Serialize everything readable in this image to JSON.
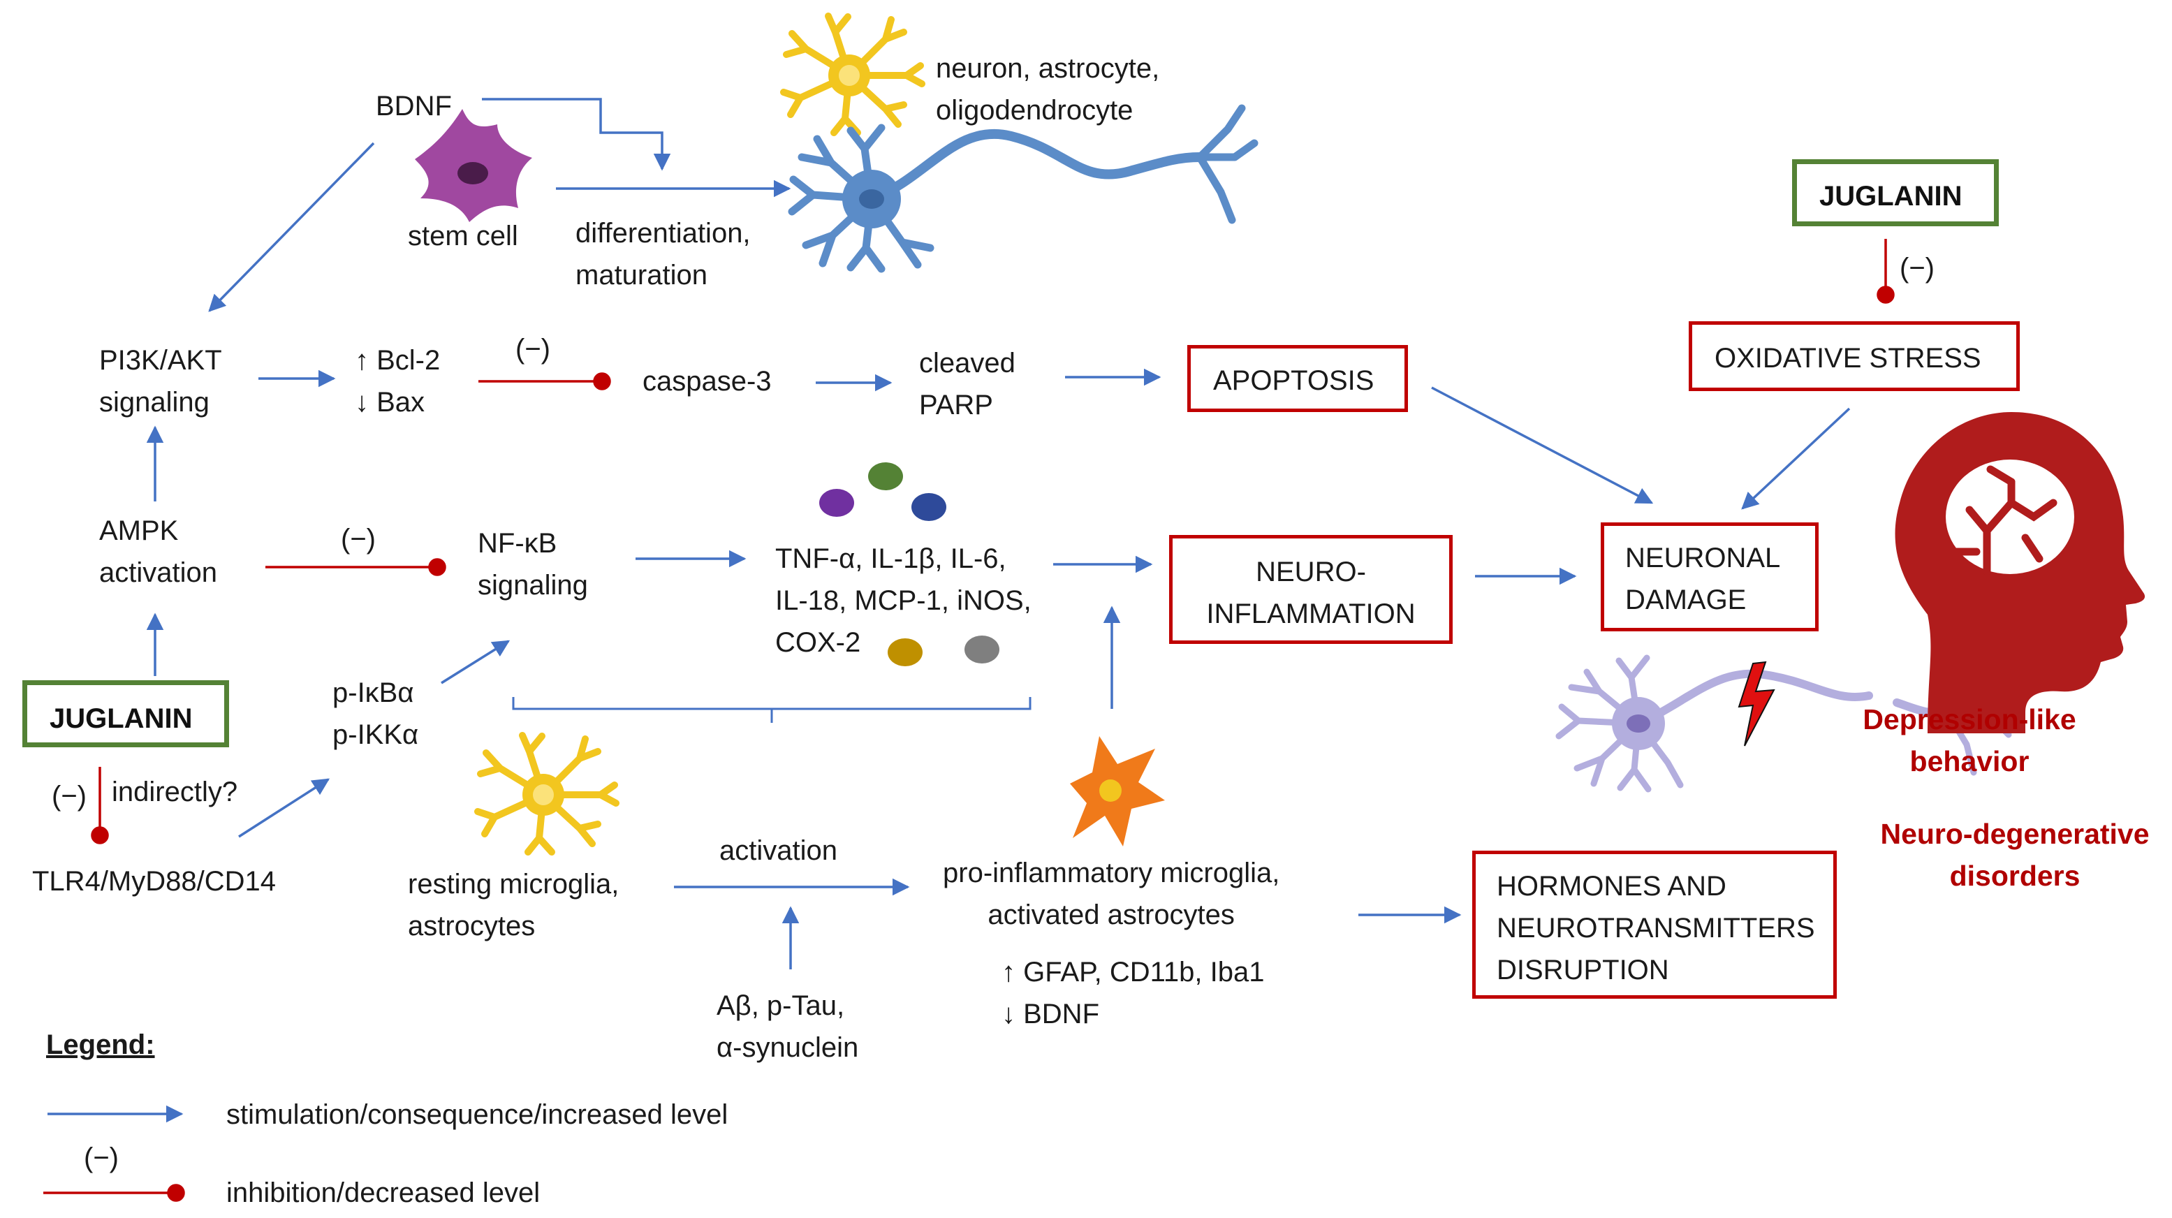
{
  "juglanin_left": "JUGLANIN",
  "juglanin_right": "JUGLANIN",
  "inhibit_mark": "(−)",
  "nodes": {
    "bdnf": "BDNF",
    "stem_cell": "stem cell",
    "neuron_types": "neuron, astrocyte,\noligodendrocyte",
    "differentiation": "differentiation,\nmaturation",
    "pi3k": "PI3K/AKT\nsignaling",
    "bcl2_bax": "↑ Bcl-2\n↓ Bax",
    "caspase3": "caspase-3",
    "cleaved_parp": "cleaved\nPARP",
    "ampk": "AMPK\nactivation",
    "nfkb": "NF-κB\nsignaling",
    "cytokines": "TNF-α, IL-1β, IL-6,\nIL-18, MCP-1, iNOS,\nCOX-2",
    "pikb": "p-IκBα\np-IKKα",
    "indirectly": "indirectly?",
    "tlr4": "TLR4/MyD88/CD14",
    "resting": "resting microglia,\nastrocytes",
    "activation": "activation",
    "pro_inflammatory": "pro-inflammatory microglia,\nactivated astrocytes",
    "gfap": "↑ GFAP, CD11b, Iba1\n↓ BDNF",
    "abeta": "Aβ, p-Tau,\nα-synuclein"
  },
  "boxes": {
    "apoptosis": "APOPTOSIS",
    "oxidative_stress": "OXIDATIVE STRESS",
    "neuroinflammation": "NEURO-\nINFLAMMATION",
    "neuronal_damage": "NEURONAL\nDAMAGE",
    "hormones": "HORMONES AND\nNEUROTRANSMITTERS\nDISRUPTION"
  },
  "outcomes": {
    "depression": "Depression-like\nbehavior",
    "neurodegenerative": "Neuro-degenerative\ndisorders"
  },
  "legend": {
    "title": "Legend:",
    "stimulation": "stimulation/consequence/increased level",
    "inhibition": "inhibition/decreased level"
  },
  "colors": {
    "arrow_blue": "#4472c4",
    "inhibit_red": "#c00000",
    "box_red": "#c00000",
    "box_green": "#548235",
    "outcome_red": "#b00000",
    "head_red": "#b01c1c",
    "stem_cell_purple": "#a048a0",
    "neuron_blue": "#5b8cc8",
    "neuron_lilac": "#b3aede",
    "astrocyte_yellow": "#f2c61f",
    "microglia_orange": "#f07a1a"
  },
  "icons": [
    "stem-cell-icon",
    "yellow-astrocyte-icon",
    "blue-neuron-icon",
    "cytokine-dots-icon",
    "orange-microglia-icon",
    "damaged-neuron-icon",
    "lightning-icon",
    "brain-head-icon"
  ]
}
